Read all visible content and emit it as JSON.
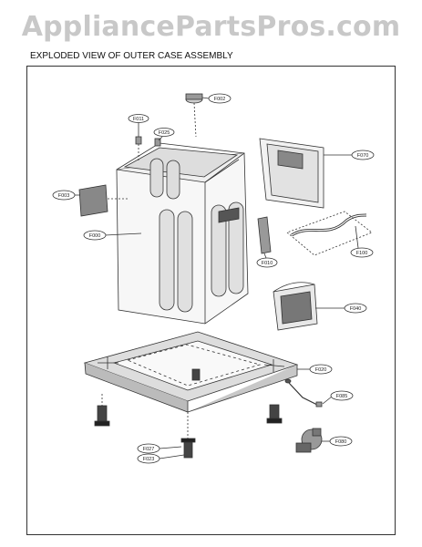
{
  "watermark": "AppliancePartsPros.com",
  "title": "EXPLODED VIEW OF OUTER CASE ASSEMBLY",
  "callouts": {
    "F002": "F002",
    "F011": "F011",
    "F025": "F025",
    "F070": "F070",
    "F003": "F003",
    "F000": "F000",
    "F010": "F010",
    "F100": "F100",
    "F040": "F040",
    "F020": "F020",
    "F085": "F085",
    "F027": "F027",
    "F023": "F023",
    "F080": "F080"
  }
}
